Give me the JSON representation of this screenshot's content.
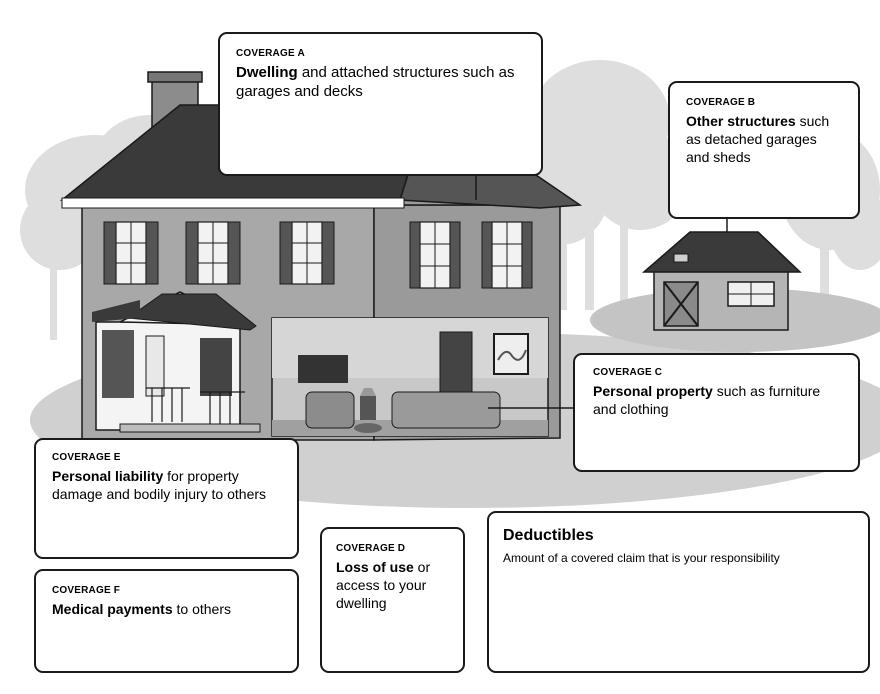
{
  "coverages": {
    "a": {
      "tag": "COVERAGE A",
      "bold": "Dwelling",
      "rest": " and attached structures such as garages and decks"
    },
    "b": {
      "tag": "COVERAGE B",
      "bold": "Other structures",
      "rest": " such as detached garages and sheds"
    },
    "c": {
      "tag": "COVERAGE C",
      "bold": "Personal property",
      "rest": " such as furniture and clothing"
    },
    "d": {
      "tag": "COVERAGE D",
      "bold": "Loss of use",
      "rest": " or access to your dwelling"
    },
    "e": {
      "tag": "COVERAGE E",
      "bold": "Personal liability",
      "rest": " for property damage and bodily injury to others"
    },
    "f": {
      "tag": "COVERAGE F",
      "bold": "Medical payments",
      "rest": " to others"
    }
  },
  "deductibles": {
    "title": "Deductibles",
    "text": "Amount of a covered claim that is your responsibility"
  },
  "colors": {
    "roof": "#3a3a3a",
    "wall": "#9c9c9c",
    "wall_light": "#b9b9b9",
    "ground": "#d0d0d0",
    "trees": "#dedede",
    "outline": "#1a1a1a"
  }
}
